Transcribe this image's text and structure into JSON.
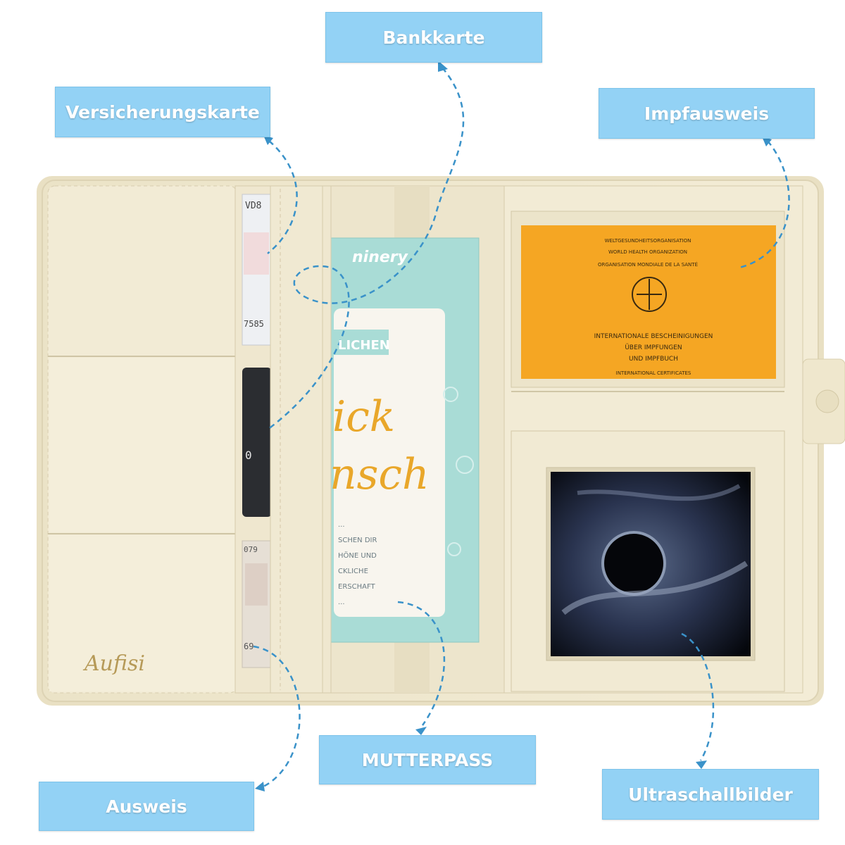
{
  "callouts": {
    "bankkarte": "Bankkarte",
    "versicherungskarte": "Versicherungskarte",
    "impfausweis": "Impfausweis",
    "mutterpass": "MUTTERPASS",
    "ausweis": "Ausweis",
    "ultraschallbilder": "Ultraschallbilder"
  },
  "brand": {
    "logo": "Aufisi"
  },
  "booklet": {
    "brand": "ninery",
    "title_top": "LICHEN",
    "title_mid1": "ick",
    "title_mid2": "nsch",
    "lines": [
      "...",
      "SCHEN DIR",
      "HÖNE UND",
      "CKLICHE",
      "ERSCHAFT",
      "..."
    ]
  },
  "vaccination_card": {
    "line1": "WELTGESUNDHEITSORGANISATION",
    "line2": "WORLD HEALTH ORGANIZATION",
    "line3": "ORGANISATION MONDIALE DE LA SANTÉ",
    "title1": "INTERNATIONALE BESCHEINIGUNGEN",
    "title2": "ÜBER IMPFUNGEN",
    "title3": "UND IMPFBUCH",
    "title4": "INTERNATIONAL CERTIFICATES"
  },
  "cards": {
    "insurance_top": "VD8",
    "insurance_num": "7585",
    "bank_digits": "0",
    "id_top": "079",
    "id_bottom": "69"
  },
  "colors": {
    "callout": "#93d2f5",
    "leather": "#f1ead1",
    "vaccination": "#f5a623",
    "booklet": "#a9dcd6"
  }
}
